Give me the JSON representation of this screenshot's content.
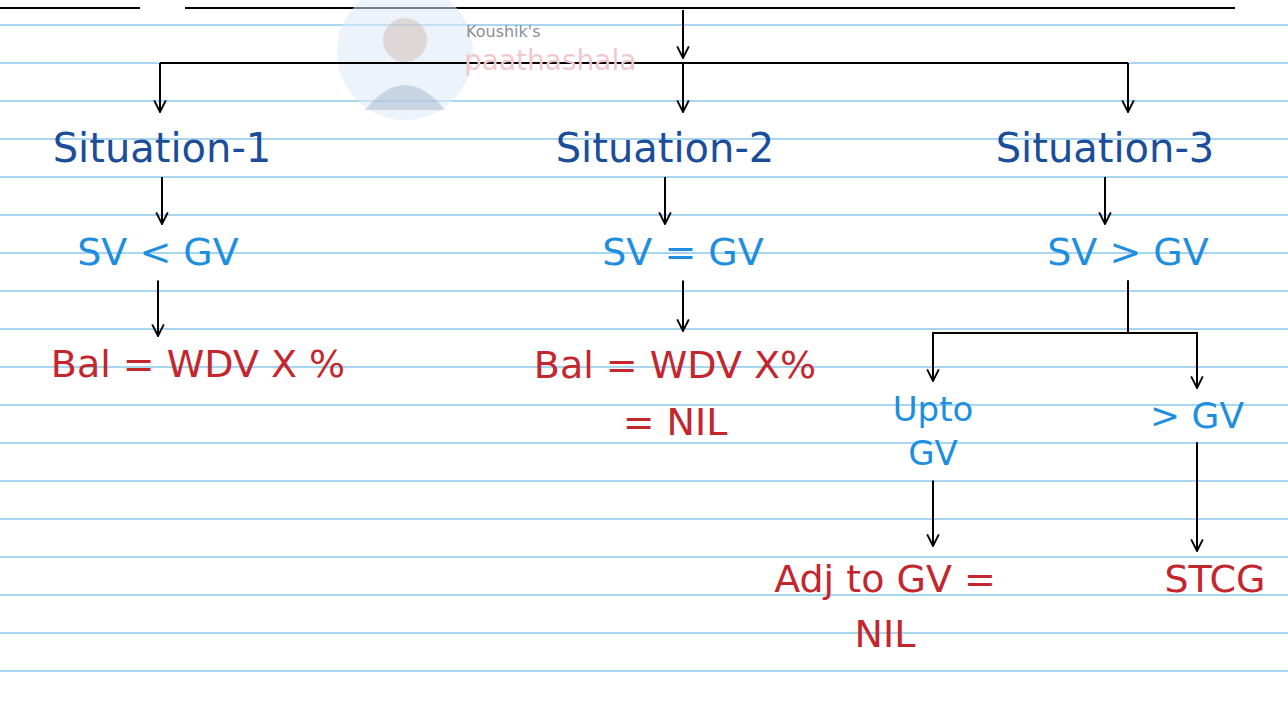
{
  "diagram": {
    "nodes": [
      {
        "text": [
          "Situation-1"
        ]
      },
      {
        "text": [
          "Situation-2"
        ]
      },
      {
        "text": [
          "Situation-3"
        ]
      },
      {
        "text": [
          "SV < GV"
        ]
      },
      {
        "text": [
          "SV = GV"
        ]
      },
      {
        "text": [
          "SV > GV"
        ]
      },
      {
        "text": [
          "Bal = WDV X %"
        ]
      },
      {
        "text": [
          "Bal = WDV X% = NIL"
        ]
      },
      {
        "text": [
          "Upto GV"
        ]
      },
      {
        "text": [
          "> GV"
        ]
      },
      {
        "text": [
          "Adj to GV = NIL"
        ]
      },
      {
        "text": [
          "STCG"
        ]
      }
    ],
    "edges": [
      {
        "from": 0,
        "to": 3,
        "arrow": "to"
      },
      {
        "from": 1,
        "to": 4,
        "arrow": "to"
      },
      {
        "from": 2,
        "to": 5,
        "arrow": "to"
      },
      {
        "from": 3,
        "to": 6,
        "arrow": "to"
      },
      {
        "from": 4,
        "to": 7,
        "arrow": "to"
      },
      {
        "from": 5,
        "to": 8,
        "arrow": "to"
      },
      {
        "from": 5,
        "to": 9,
        "arrow": "to"
      },
      {
        "from": 8,
        "to": 10,
        "arrow": "to"
      },
      {
        "from": 9,
        "to": 11,
        "arrow": "to"
      }
    ],
    "labels": [
      "Koushik's",
      "paathashala"
    ]
  }
}
